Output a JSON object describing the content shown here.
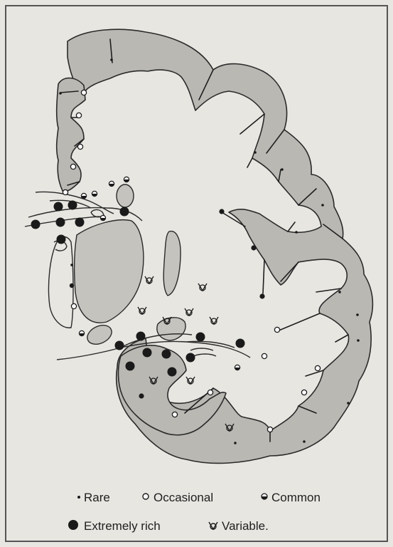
{
  "legend": {
    "rare": "Rare",
    "occasional": "Occasional",
    "common": "Common",
    "extremely_rich": "Extremely rich",
    "variable": "Variable."
  },
  "colors": {
    "background": "#e7e6e1",
    "cortex_fill": "#b9b8b3",
    "ink": "#1e1e1e"
  }
}
